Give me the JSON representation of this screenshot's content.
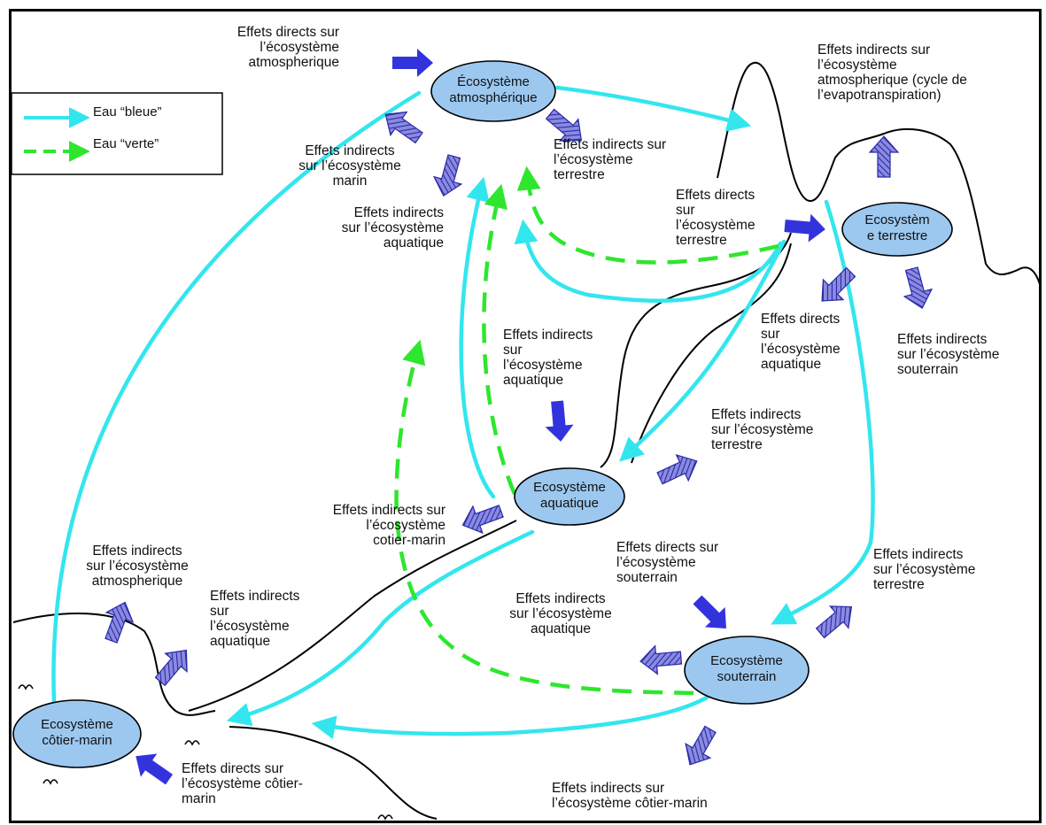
{
  "legend": {
    "blue_water": "Eau “bleue”",
    "green_water": "Eau “verte”"
  },
  "colors": {
    "blue_water": "#33e6ee",
    "green_water": "#2ee62e",
    "ecosystem_fill": "#9cc8f0",
    "direct_arrow": "#3333dd",
    "indirect_arrow": "#6666cc"
  },
  "ecosystems": {
    "atmospheric": [
      "Écosystème",
      "atmosphérique"
    ],
    "terrestrial": [
      "Ecosystèm",
      "e terrestre"
    ],
    "aquatic": [
      "Ecosystème",
      "aquatique"
    ],
    "groundwater": [
      "Ecosystème",
      "souterrain"
    ],
    "coastal": [
      "Ecosystème",
      "côtier-marin"
    ]
  },
  "effects": {
    "atm_direct": [
      "Effets directs sur",
      "l’écosystème",
      "atmospherique"
    ],
    "atm_indirect_marine": [
      "Effets indirects",
      "sur l’écosystème",
      "marin"
    ],
    "atm_indirect_aquatic": [
      "Effets indirects",
      "sur l’écosystème",
      "aquatique"
    ],
    "atm_indirect_terrestrial": [
      "Effets indirects sur",
      "l’écosystème",
      "terrestre"
    ],
    "terr_indirect_atm": [
      "Effets indirects sur",
      "l’écosystème",
      "atmospherique (cycle de",
      "l’evapotranspiration)"
    ],
    "terr_direct": [
      "Effets directs",
      "sur",
      "l’écosystème",
      "terrestre"
    ],
    "terr_direct_aquatic": [
      "Effets directs",
      "sur",
      "l’écosystème",
      "aquatique"
    ],
    "terr_indirect_ground": [
      "Effets indirects",
      "sur l’écosystème",
      "souterrain"
    ],
    "aq_indirect_aquatic": [
      "Effets indirects",
      "sur",
      "l’écosystème",
      "aquatique"
    ],
    "aq_indirect_terrestrial": [
      "Effets indirects",
      "sur l’écosystème",
      "terrestre"
    ],
    "aq_indirect_coastal": [
      "Effets indirects sur",
      "l’écosystème",
      "cotier-marin"
    ],
    "ground_direct": [
      "Effets directs sur",
      "l’écosystème",
      "souterrain"
    ],
    "ground_indirect_aquatic": [
      "Effets indirects",
      "sur l’écosystème",
      "aquatique"
    ],
    "ground_indirect_terrestrial": [
      "Effets indirects",
      "sur l’écosystème",
      "terrestre"
    ],
    "ground_indirect_coastal": [
      "Effets indirects sur",
      "l’écosystème côtier-marin"
    ],
    "coast_indirect_atm": [
      "Effets indirects",
      "sur l’écosystème",
      "atmospherique"
    ],
    "coast_indirect_aquatic": [
      "Effets indirects",
      "sur",
      "l’écosystème",
      "aquatique"
    ],
    "coast_direct": [
      "Effets directs sur",
      "l’écosystème côtier-",
      "marin"
    ]
  }
}
